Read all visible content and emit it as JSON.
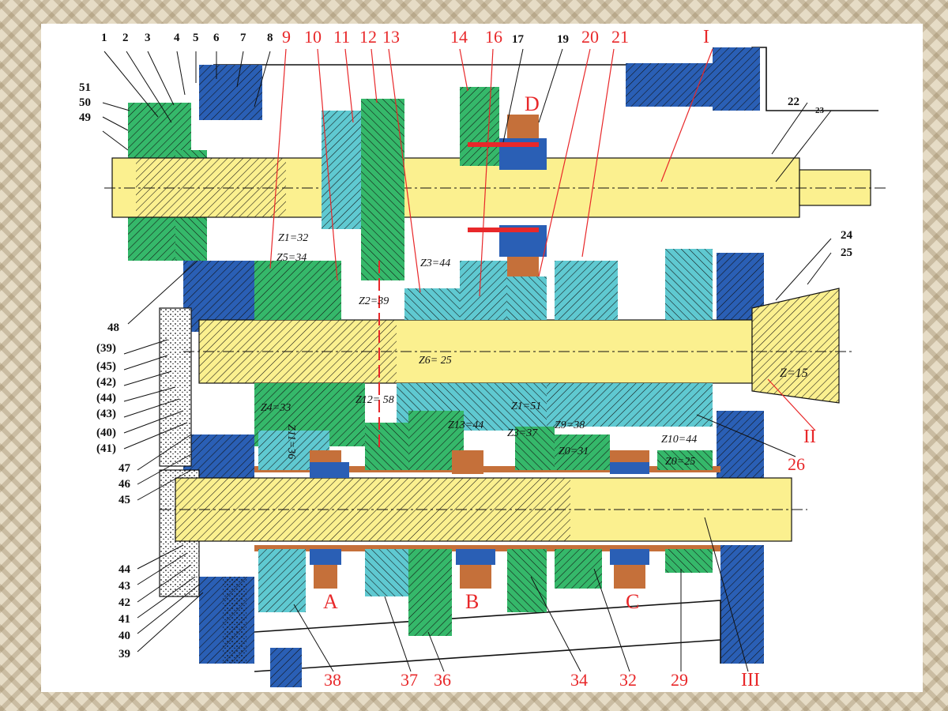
{
  "colors": {
    "shaft": "#fbf08f",
    "gear_cyan": "#5fc9d1",
    "gear_green": "#35b86a",
    "housing_blue": "#2a5fb5",
    "fork_brown": "#c5703a",
    "accent_red": "#e8282a",
    "background": "#e6dcc6"
  },
  "top_labels": [
    "1",
    "2",
    "3",
    "4",
    "5",
    "6",
    "7",
    "8",
    "9",
    "10",
    "11",
    "12",
    "13",
    "14",
    "16",
    "17",
    "19",
    "20",
    "21",
    "I"
  ],
  "right_labels": [
    "22",
    "23",
    "24",
    "25",
    "II",
    "26"
  ],
  "left_labels": [
    "51",
    "50",
    "49",
    "48",
    "(39)",
    "(45)",
    "(42)",
    "(44)",
    "(43)",
    "(40)",
    "(41)",
    "47",
    "46",
    "45",
    "44",
    "43",
    "42",
    "41",
    "40",
    "39"
  ],
  "bottom_labels": [
    "38",
    "37",
    "36",
    "34",
    "32",
    "29",
    "III"
  ],
  "letters": [
    "A",
    "B",
    "C",
    "D"
  ],
  "gear_teeth": [
    "Z1=32",
    "Z5=34",
    "Z3=44",
    "Z2=39",
    "Z6= 25",
    "Z=15",
    "Z4=33",
    "Z12= 58",
    "Z13=44",
    "Z1=51",
    "Z3=37",
    "Z9=38",
    "Z0=31",
    "Z10=44",
    "Z0=25",
    "Z11=36"
  ]
}
